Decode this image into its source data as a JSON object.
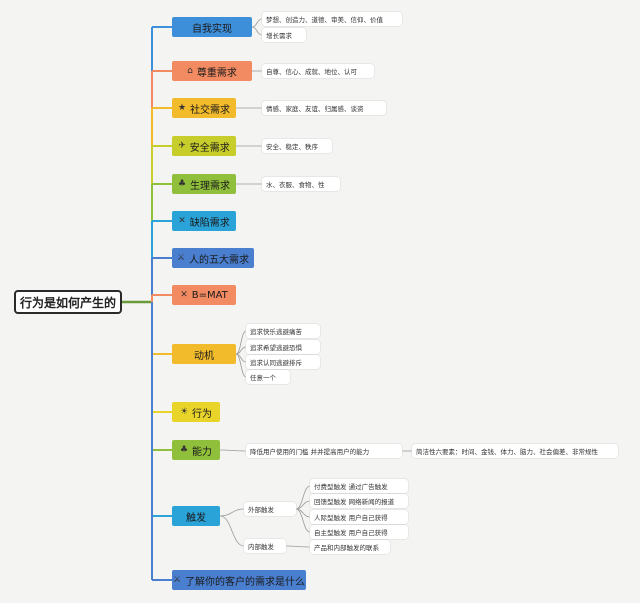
{
  "root": "行为是如何产生的",
  "branches": [
    {
      "label": "自我实现",
      "icon": "",
      "color": "#3d8fd9",
      "leaves": [
        "梦想、创造力、道德、审美、信仰、价值",
        "增长需求"
      ]
    },
    {
      "label": "尊重需求",
      "icon": "⌂",
      "color": "#f28a62",
      "leaves": [
        "自尊、信心、成就、地位、认可"
      ]
    },
    {
      "label": "社交需求",
      "icon": "★",
      "color": "#f2bb2c",
      "leaves": [
        "情感、家庭、友谊、归属感、谈资"
      ]
    },
    {
      "label": "安全需求",
      "icon": "✈",
      "color": "#c7cd2b",
      "leaves": [
        "安全、稳定、秩序"
      ]
    },
    {
      "label": "生理需求",
      "icon": "♣",
      "color": "#8fbf3b",
      "leaves": [
        "水、衣服、食物、性"
      ]
    },
    {
      "label": "缺陷需求",
      "icon": "✕",
      "color": "#2aa3d9",
      "leaves": []
    },
    {
      "label": "人的五大需求",
      "icon": "⚔",
      "color": "#4a7fd0",
      "leaves": []
    },
    {
      "label": "B=MAT",
      "icon": "✕",
      "color": "#f28a62",
      "leaves": []
    },
    {
      "label": "动机",
      "icon": "",
      "color": "#f2bb2c",
      "leaves": [
        "追求快乐逃避痛苦",
        "追求希望逃避恐惧",
        "追求认同逃避排斥",
        "任意一个"
      ]
    },
    {
      "label": "行为",
      "icon": "☀",
      "color": "#e9d42a",
      "leaves": []
    },
    {
      "label": "能力",
      "icon": "♣",
      "color": "#8fbf3b",
      "leaves": [
        "降低用户使用的门槛 并并提高用户的能力"
      ],
      "sub": "简洁性六要素：时间、金钱、体力、脑力、社会偏差、非常规性"
    },
    {
      "label": "触发",
      "icon": "",
      "color": "#2aa3d9",
      "groups": [
        {
          "label": "外部触发",
          "items": [
            "付费型触发 通过广告触发",
            "回馈型触发 网络新闻的报道",
            "人际型触发 用户自己获得",
            "自主型触发 用户自己获得"
          ]
        },
        {
          "label": "内部触发",
          "items": [
            "产品和内部触发的联系"
          ]
        }
      ]
    },
    {
      "label": "了解你的客户的需求是什么",
      "icon": "⚔",
      "color": "#4a7fd0",
      "leaves": []
    }
  ]
}
